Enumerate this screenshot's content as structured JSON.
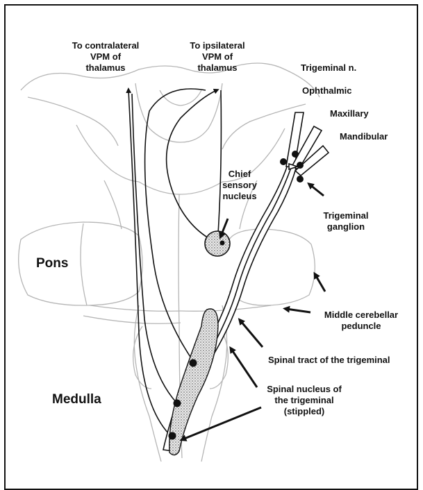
{
  "labels": {
    "contralateral": [
      "To contralateral",
      "VPM of",
      "thalamus"
    ],
    "ipsilateral": [
      "To ipsilateral",
      "VPM of",
      "thalamus"
    ],
    "trigeminal_n": "Trigeminal n.",
    "ophthalmic": "Ophthalmic",
    "maxillary": "Maxillary",
    "mandibular": "Mandibular",
    "chief_sensory": [
      "Chief",
      "sensory",
      "nucleus"
    ],
    "trigeminal_ganglion": [
      "Trigeminal",
      "ganglion"
    ],
    "pons": "Pons",
    "middle_cerebellar": [
      "Middle cerebellar",
      "peduncle"
    ],
    "spinal_tract": "Spinal tract of the trigeminal",
    "medulla": "Medulla",
    "spinal_nucleus": [
      "Spinal nucleus of",
      "the trigeminal",
      "(stippled)"
    ]
  },
  "colors": {
    "ink": "#111111",
    "sketch": "#b5b5b5",
    "stipple": "#bdbdbd",
    "background": "#ffffff"
  }
}
